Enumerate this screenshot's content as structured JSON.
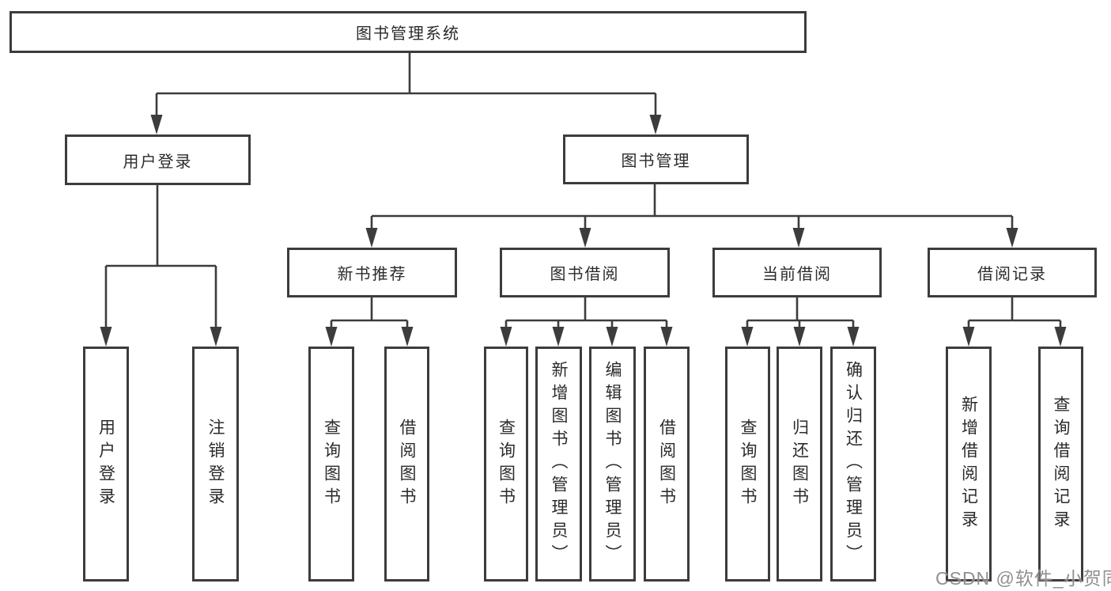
{
  "diagram": {
    "root": {
      "label": "图书管理系统",
      "children": [
        {
          "label": "用户登录",
          "children": [
            {
              "label": "用户登录"
            },
            {
              "label": "注销登录"
            }
          ]
        },
        {
          "label": "图书管理",
          "children": [
            {
              "label": "新书推荐",
              "children": [
                {
                  "label": "查询图书"
                },
                {
                  "label": "借阅图书"
                }
              ]
            },
            {
              "label": "图书借阅",
              "children": [
                {
                  "label": "查询图书"
                },
                {
                  "label": "新增图书（管理员）"
                },
                {
                  "label": "编辑图书（管理员）"
                },
                {
                  "label": "借阅图书"
                }
              ]
            },
            {
              "label": "当前借阅",
              "children": [
                {
                  "label": "查询图书"
                },
                {
                  "label": "归还图书"
                },
                {
                  "label": "确认归还（管理员）"
                }
              ]
            },
            {
              "label": "借阅记录",
              "children": [
                {
                  "label": "新增借阅记录"
                },
                {
                  "label": "查询借阅记录"
                }
              ]
            }
          ]
        }
      ]
    }
  },
  "watermark": {
    "text": "CSDN @软件_小贺同学"
  },
  "colors": {
    "line": "#3c3c3c",
    "text": "#2b2b2b",
    "background": "#ffffff",
    "watermark": "#878787"
  }
}
